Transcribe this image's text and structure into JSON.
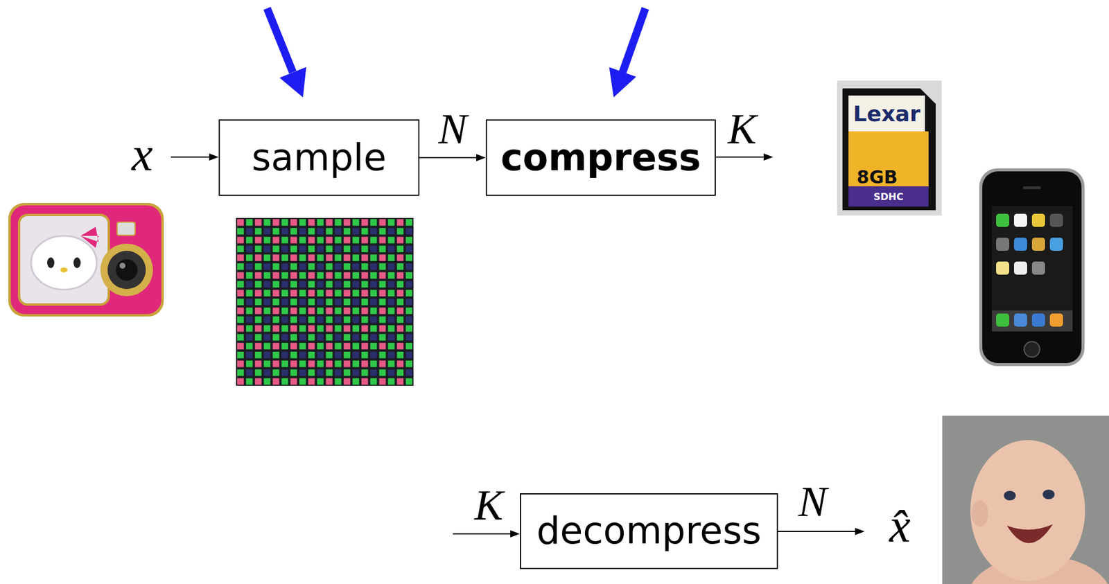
{
  "diagram": {
    "nodes": [
      {
        "text": [
          "sample"
        ]
      },
      {
        "text": [
          "compress"
        ]
      },
      {
        "text": [
          "decompress"
        ]
      }
    ],
    "edges": [
      {
        "from": 0,
        "to": 1,
        "arrow": "to",
        "label": "N"
      }
    ],
    "labels": [
      "x",
      "K",
      "Lexar",
      "8GB",
      "SDHC",
      "K",
      "N",
      "x̂"
    ]
  }
}
